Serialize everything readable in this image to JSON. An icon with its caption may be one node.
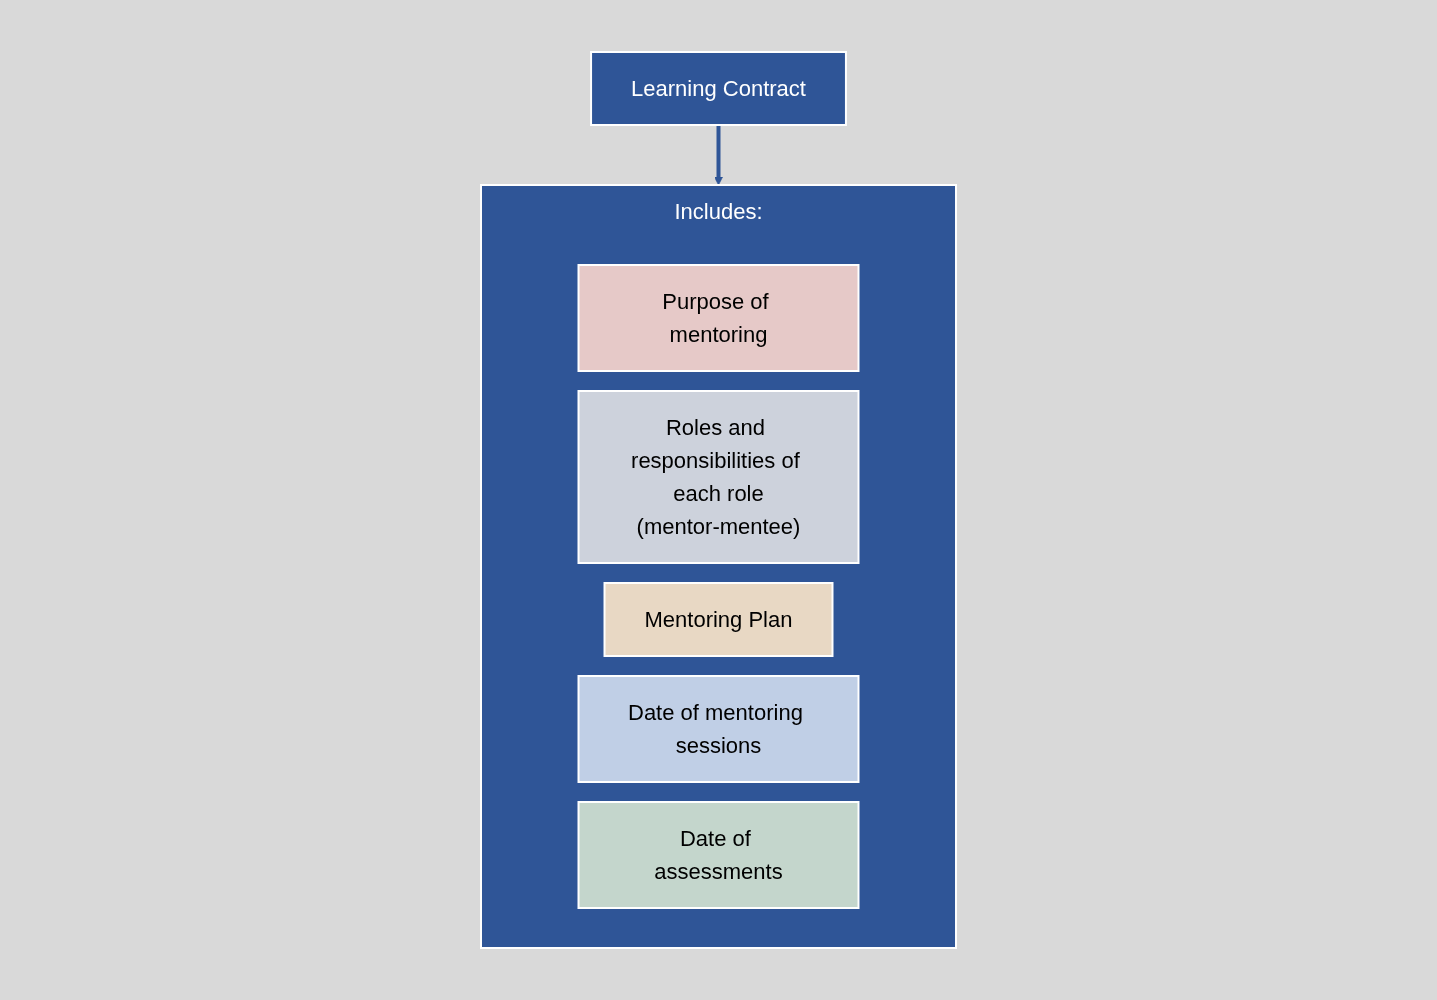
{
  "diagram": {
    "nodes": [
      {
        "text": [
          "Learning Contract"
        ]
      },
      {
        "text": [
          "Includes:"
        ]
      },
      {
        "text": [
          "Purpose of mentoring"
        ],
        "in": 1
      },
      {
        "text": [
          "Roles and responsibilities of each role",
          "(mentor-mentee)"
        ],
        "in": 1
      },
      {
        "text": [
          "Mentoring Plan"
        ],
        "in": 1
      },
      {
        "text": [
          "Date of mentoring sessions"
        ],
        "in": 1
      },
      {
        "text": [
          "Date of assessments"
        ],
        "in": 1
      }
    ],
    "edges": [
      {
        "from": 0,
        "to": 1,
        "arrow": "to"
      }
    ]
  }
}
